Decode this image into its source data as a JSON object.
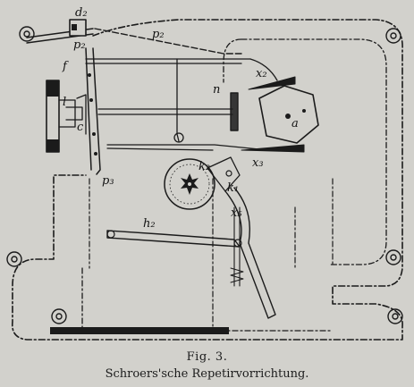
{
  "figure": {
    "number": "Fig. 3.",
    "title": "Schroers'sche Repetirvorrichtung."
  },
  "labels": {
    "d2": "d₂",
    "p2_top": "p₂",
    "p2_left": "p₂",
    "f": "f",
    "l": "l",
    "c": "c",
    "p3": "p₃",
    "n": "n",
    "x2": "x₂",
    "a": "a",
    "x3": "x₃",
    "k2": "k₂",
    "k1": "k₁",
    "x5": "x₅",
    "h2": "h₂"
  },
  "colors": {
    "paper": "#d2d1cc",
    "ink": "#1b1b1b"
  }
}
